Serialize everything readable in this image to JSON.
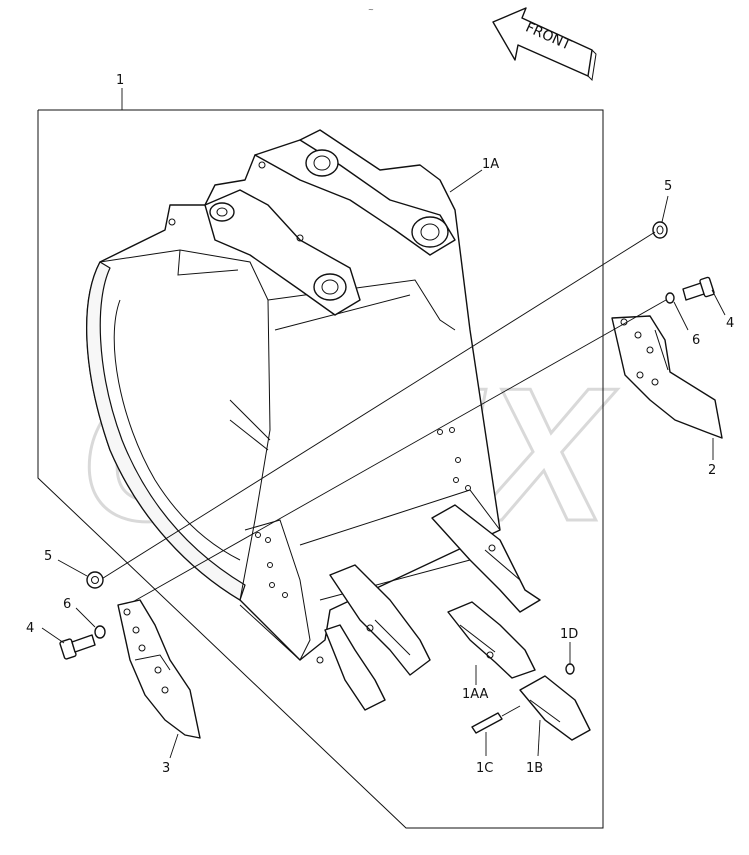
{
  "direction_arrow": {
    "label": "FRONT"
  },
  "watermark": {
    "text": "OPEX"
  },
  "callouts": {
    "assembly": "1",
    "bucket_body": "1A",
    "side_cutter_right": "2",
    "side_cutter_left": "3",
    "bolt_right": "4",
    "bolt_left": "4",
    "nut_right": "5",
    "nut_left": "5",
    "washer_right": "6",
    "washer_left": "6",
    "adapter": "1AA",
    "tooth_point": "1B",
    "pin": "1C",
    "lock": "1D"
  }
}
